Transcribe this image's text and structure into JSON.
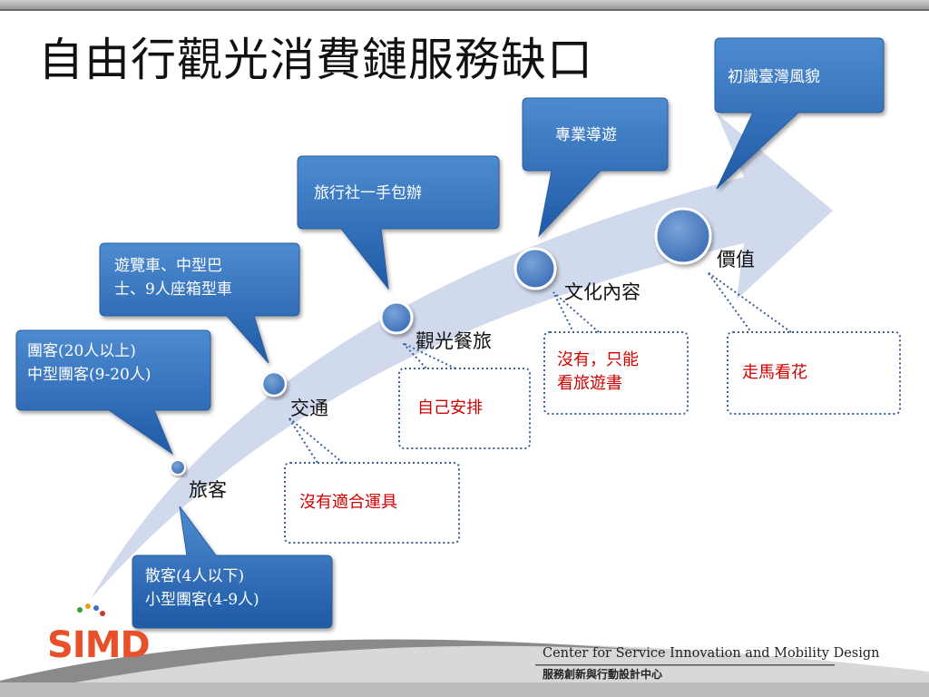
{
  "title": "自由行觀光消費鏈服務缺口",
  "stages": {
    "traveler": "旅客",
    "transport": "交通",
    "dining": "觀光餐旅",
    "culture": "文化內容",
    "value": "價值"
  },
  "callouts": {
    "group": [
      "團客(20人以上)",
      "中型團客(9-20人)"
    ],
    "individual": [
      "散客(4人以下)",
      "小型團客(4-9人)"
    ],
    "vehicle": [
      "遊覽車、中型巴",
      "士、9人座箱型車"
    ],
    "agency": [
      "旅行社一手包辦"
    ],
    "guide": [
      "專業導遊"
    ],
    "taiwan": [
      "初識臺灣風貌"
    ]
  },
  "gaps": {
    "transport": [
      "沒有適合運具"
    ],
    "dining": [
      "自己安排"
    ],
    "culture": [
      "沒有，只能",
      "看旅遊書"
    ],
    "value": [
      "走馬看花"
    ]
  },
  "footer": {
    "org_en": "Center for Service Innovation and Mobility Design",
    "org_zh": "服務創新與行動設計中心",
    "logo": "SIMD"
  },
  "colors": {
    "callout_fill": "#2f6fb8",
    "arrow_fill": "#c8d3e8",
    "dot_fill": "#4a7cc0",
    "gap_text": "#d00000",
    "gap_border": "#3a5f99"
  }
}
